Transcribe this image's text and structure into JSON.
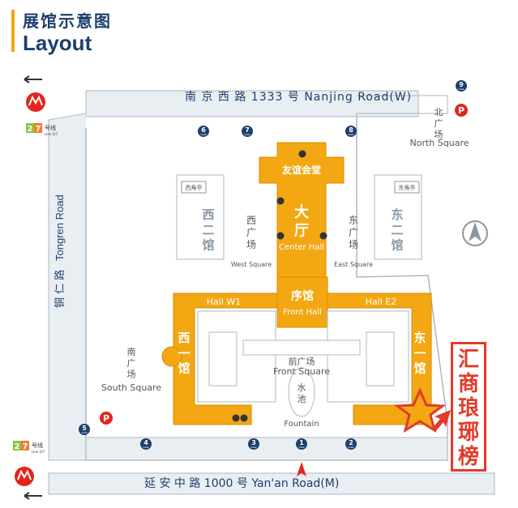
{
  "header": {
    "title_cn": "展馆示意图",
    "title_en": "Layout"
  },
  "roads": {
    "north": "南 京 西 路 1333 号  Nanjing Road(W)",
    "south": "延  安  中  路  1000 号  Yan'an Road(M)",
    "west_cn": "铜  仁  路",
    "west_en": "Tongren Road"
  },
  "metro": {
    "lines": [
      "2",
      "7"
    ],
    "label_cn": "号线",
    "label_en": "Line 2/7"
  },
  "halls": {
    "friendship": "友谊会堂",
    "center_cn": "大\n厅",
    "center_en": "Center Hall",
    "front_cn": "序馆",
    "front_en": "Front Hall",
    "w1": "Hall W1",
    "e2": "Hall E2",
    "west_hall_cn": "西\n一\n馆",
    "east_hall_cn": "东\n一\n馆",
    "west2_cn": "西\n二\n馆",
    "east2_cn": "东\n二\n馆",
    "west_pavilion": "西角亭",
    "east_pavilion": "东角亭"
  },
  "squares": {
    "north_cn": "北\n广\n场",
    "north_en": "North Square",
    "west_cn": "西\n广\n场",
    "west_en": "West Square",
    "east_cn": "东\n广\n场",
    "east_en": "East Square",
    "south_cn": "南\n广\n场",
    "south_en": "South Square",
    "front_cn": "前广场",
    "front_en": "Front Square",
    "fountain_cn": "水\n池",
    "fountain_en": "Fountain"
  },
  "gates": [
    "1",
    "2",
    "3",
    "4",
    "5",
    "6",
    "7",
    "8",
    "9"
  ],
  "gate_label": "Gate",
  "parking": "P",
  "callout": "汇商琅琊榜",
  "colors": {
    "hall": "#f3a712",
    "road": "#e9eef3",
    "outline": "#aeb8c2",
    "gate": "#1d3f6e",
    "metro": "#e2261c",
    "accent": "#e23b2a"
  }
}
